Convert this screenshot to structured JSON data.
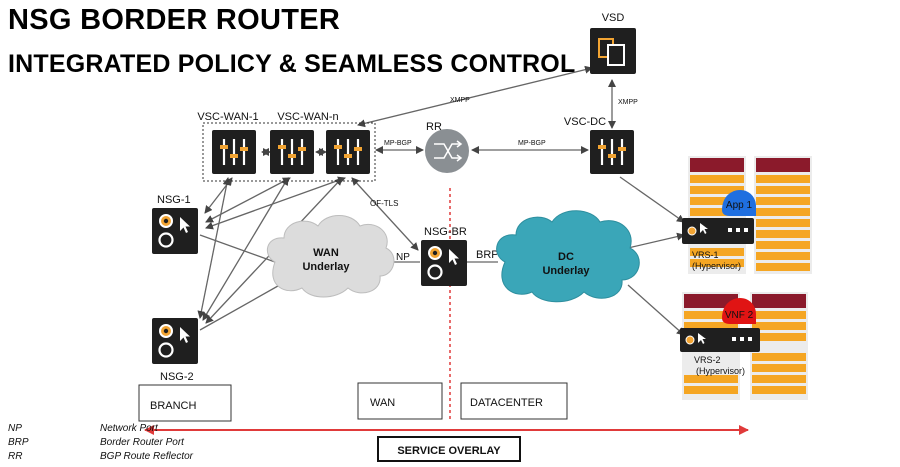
{
  "title": {
    "line1": "NSG BORDER ROUTER",
    "line2": "INTEGRATED POLICY & SEAMLESS CONTROL"
  },
  "nodes": {
    "vsd": "VSD",
    "vsc_wan_1": "VSC-WAN-1",
    "vsc_wan_n": "VSC-WAN-n",
    "rr": "RR",
    "vsc_dc": "VSC-DC",
    "nsg_1": "NSG-1",
    "nsg_2": "NSG-2",
    "nsg_br": "NSG-BR",
    "wan_cloud": [
      "WAN",
      "Underlay"
    ],
    "dc_cloud": [
      "DC",
      "Underlay"
    ],
    "app_1": "App 1",
    "vnf_2": "VNF 2",
    "vrs_1": [
      "VRS-1",
      "(Hypervisor)"
    ],
    "vrs_2": [
      "VRS-2",
      "(Hypervisor)"
    ]
  },
  "links": {
    "xmpp_top": "XMPP",
    "xmpp_right": "XMPP",
    "mpbgp_left": "MP-BGP",
    "mpbgp_right": "MP-BGP",
    "of_tls": "OF-TLS",
    "np": "NP",
    "brp": "BRP"
  },
  "zones": {
    "branch": "BRANCH",
    "wan": "WAN",
    "datacenter": "DATACENTER"
  },
  "overlay": "SERVICE OVERLAY",
  "legend": [
    {
      "abbr": "NP",
      "meaning": "Network Port"
    },
    {
      "abbr": "BRP",
      "meaning": "Border Router Port"
    },
    {
      "abbr": "RR",
      "meaning": "BGP Route Reflector"
    }
  ],
  "colors": {
    "device": "#1f1f1f",
    "accent_orange": "#f2a433",
    "cloud_wan": "#dcdcdc",
    "cloud_dc": "#3aa6b8",
    "server_red": "#8b1a2b",
    "server_orange": "#f5a623",
    "app_blue": "#1f6fe0",
    "vnf_red": "#e01414",
    "overlay_arrow": "#e03a3a",
    "divider": "#e03a3a",
    "line": "#666666"
  }
}
